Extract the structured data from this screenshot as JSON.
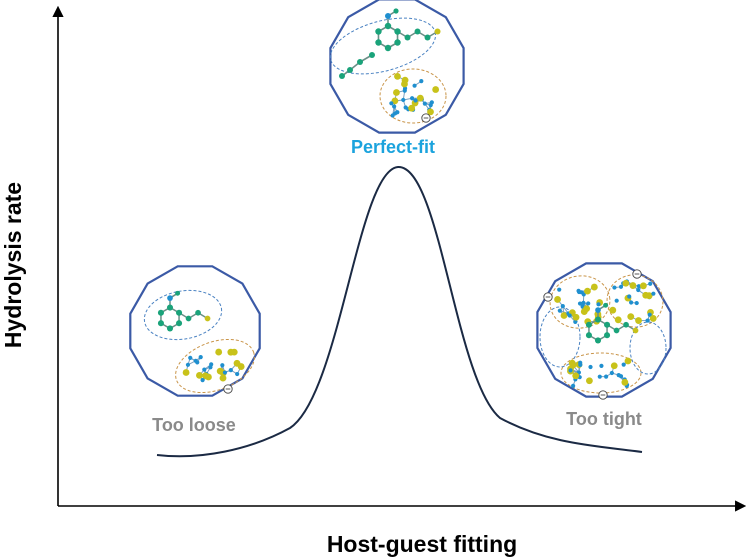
{
  "axes": {
    "x_label": "Host-guest fitting",
    "y_label": "Hydrolysis rate"
  },
  "labels": {
    "too_loose": "Too loose",
    "perfect_fit": "Perfect-fit",
    "too_tight": "Too tight"
  },
  "colors": {
    "curve": "#1b2a44",
    "cage_outline": "#3b5aa6",
    "perfect_fit_label": "#1ba3dd",
    "other_labels": "#8a8a8a",
    "carbon_atom": "#1aa37a",
    "sulfur_atom": "#c8c21a",
    "oxygen_atom": "#1f8fcf",
    "pocket_outline_blue": "#4a82c2",
    "pocket_outline_orange": "#c9954a"
  },
  "icons": {
    "cage": "dodecagon-cage-icon",
    "negative_charge": "minus-circle-icon"
  }
}
